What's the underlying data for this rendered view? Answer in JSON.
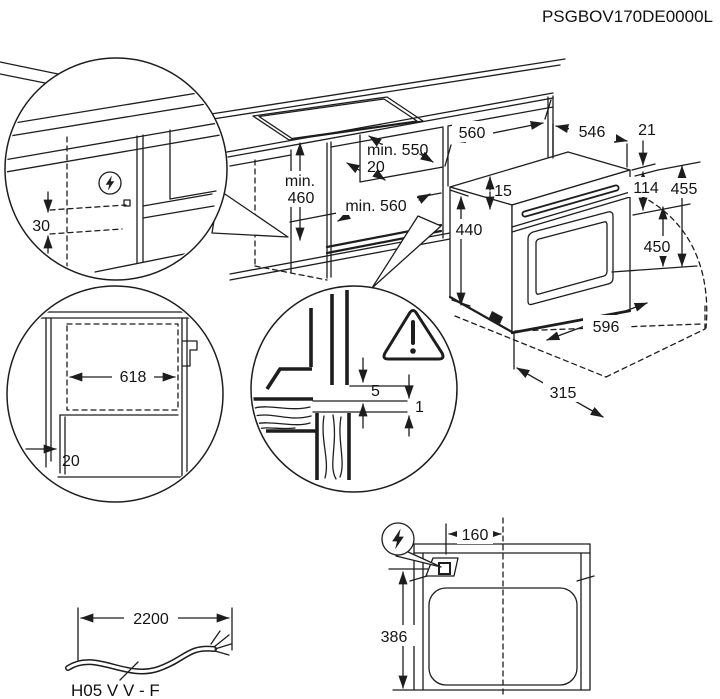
{
  "title": "PSGBOV170DE0000L",
  "colors": {
    "line": "#1d1d1d",
    "background": "#ffffff"
  },
  "main_view": {
    "niche_depth": "min. 550",
    "shelf_setback": "20",
    "niche_height_min": "min.",
    "niche_height_val": "460",
    "niche_width": "min. 560",
    "cabinet_width": "560",
    "oven_depth": "546",
    "overhang": "21",
    "top_gap": "15",
    "upper_height": "114",
    "total_height": "455",
    "inner_height": "440",
    "front_height": "450",
    "oven_width": "596",
    "pullout_depth": "315"
  },
  "detail_power": {
    "outlet_offset": "30",
    "icon": "lightning-bolt"
  },
  "detail_front": {
    "inner_width": "618",
    "plinth_recess": "20"
  },
  "detail_gap": {
    "gap_top": "5",
    "gap_bottom": "1",
    "icon": "warning-triangle"
  },
  "cable": {
    "length": "2200",
    "type_label": "H05 V V - F"
  },
  "top_view": {
    "connection_offset": "160",
    "depth": "386",
    "icon": "lightning-bolt"
  }
}
